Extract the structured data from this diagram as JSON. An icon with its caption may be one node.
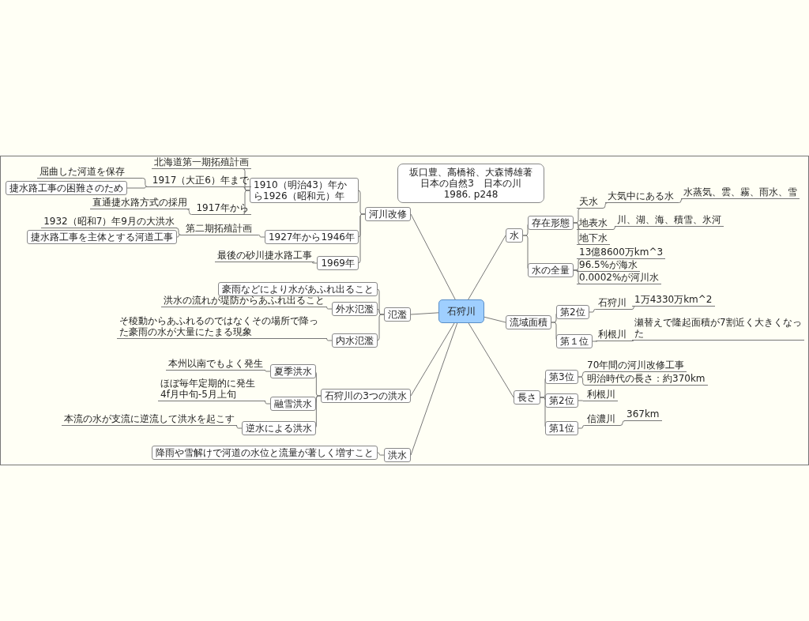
{
  "diagram": {
    "nodes": [
      {
        "text": [
          "石狩川"
        ]
      },
      {
        "text": [
          "坂口豊、高橋裕、大森博雄著",
          "日本の自然3　日本の川",
          "1986. p248"
        ]
      },
      {
        "text": [
          "河川改修"
        ]
      },
      {
        "text": [
          "1910（明治43）年から1926（昭和元）年"
        ]
      },
      {
        "text": [
          "北海道第一期拓殖計画"
        ]
      },
      {
        "text": [
          "1917（大正6）年まで"
        ]
      },
      {
        "text": [
          "屈曲した河道を保存"
        ]
      },
      {
        "text": [
          "捷水路工事の困難さのため"
        ]
      },
      {
        "text": [
          "1917年から"
        ]
      },
      {
        "text": [
          "直通捷水路方式の採用"
        ]
      },
      {
        "text": [
          "1927年から1946年"
        ]
      },
      {
        "text": [
          "第二期拓殖計画"
        ]
      },
      {
        "text": [
          "1932（昭和7）年9月の大洪水"
        ]
      },
      {
        "text": [
          "捷水路工事を主体とする河道工事"
        ]
      },
      {
        "text": [
          "1969年"
        ]
      },
      {
        "text": [
          "最後の砂川捷水路工事"
        ]
      },
      {
        "text": [
          "氾濫"
        ]
      },
      {
        "text": [
          "豪雨などにより水があふれ出ること"
        ]
      },
      {
        "text": [
          "外水氾濫"
        ]
      },
      {
        "text": [
          "洪水の流れが堤防からあふれ出ること"
        ]
      },
      {
        "text": [
          "内水氾濫"
        ]
      },
      {
        "text": [
          "そ稜動からあふれるのではなくその場所で降った豪雨の水が大量にたまる現象"
        ]
      },
      {
        "text": [
          "石狩川の3つの洪水"
        ]
      },
      {
        "text": [
          "夏季洪水"
        ]
      },
      {
        "text": [
          "本州以南でもよく発生"
        ]
      },
      {
        "text": [
          "融雪洪水"
        ]
      },
      {
        "text": [
          "ほぼ毎年定期的に発生 4f月中旬-5月上旬"
        ]
      },
      {
        "text": [
          "逆水による洪水"
        ]
      },
      {
        "text": [
          "本流の水が支流に逆流して洪水を起こす"
        ]
      },
      {
        "text": [
          "洪水"
        ]
      },
      {
        "text": [
          "降雨や雪解けで河道の水位と流量が著しく増すこと"
        ]
      },
      {
        "text": [
          "水"
        ]
      },
      {
        "text": [
          "存在形態"
        ]
      },
      {
        "text": [
          "天水"
        ]
      },
      {
        "text": [
          "大気中にある水"
        ]
      },
      {
        "text": [
          "水蒸気、雲、霧、雨水、雪"
        ]
      },
      {
        "text": [
          "地表水"
        ]
      },
      {
        "text": [
          "川、湖、海、積雪、氷河"
        ]
      },
      {
        "text": [
          "地下水"
        ]
      },
      {
        "text": [
          "水の全量"
        ]
      },
      {
        "text": [
          "13億8600万km^3"
        ]
      },
      {
        "text": [
          "96.5%が海水"
        ]
      },
      {
        "text": [
          "0.0002%が河川水"
        ]
      },
      {
        "text": [
          "流域面積"
        ]
      },
      {
        "text": [
          "第2位"
        ]
      },
      {
        "text": [
          "石狩川"
        ]
      },
      {
        "text": [
          "1万4330万km^2"
        ]
      },
      {
        "text": [
          "第１位"
        ]
      },
      {
        "text": [
          "利根川"
        ]
      },
      {
        "text": [
          "瀬替えで隆起面積が7割近く大きくなった"
        ]
      },
      {
        "text": [
          "長さ"
        ]
      },
      {
        "text": [
          "第3位"
        ]
      },
      {
        "text": [
          "70年間の河川改修工事"
        ]
      },
      {
        "text": [
          "明治時代の長さ：約370km"
        ]
      },
      {
        "text": [
          "第2位"
        ]
      },
      {
        "text": [
          "利根川"
        ]
      },
      {
        "text": [
          "第1位"
        ]
      },
      {
        "text": [
          "信濃川"
        ]
      },
      {
        "text": [
          "367km"
        ]
      }
    ],
    "edges": [
      {
        "from": 0,
        "to": 2,
        "arrow": "none"
      },
      {
        "from": 2,
        "to": 3,
        "arrow": "none"
      },
      {
        "from": 3,
        "to": 4,
        "arrow": "none"
      },
      {
        "from": 3,
        "to": 5,
        "arrow": "none"
      },
      {
        "from": 5,
        "to": 6,
        "arrow": "none"
      },
      {
        "from": 5,
        "to": 7,
        "arrow": "none"
      },
      {
        "from": 3,
        "to": 8,
        "arrow": "none"
      },
      {
        "from": 8,
        "to": 9,
        "arrow": "none"
      },
      {
        "from": 2,
        "to": 10,
        "arrow": "none"
      },
      {
        "from": 10,
        "to": 11,
        "arrow": "none"
      },
      {
        "from": 11,
        "to": 12,
        "arrow": "none"
      },
      {
        "from": 11,
        "to": 13,
        "arrow": "none"
      },
      {
        "from": 2,
        "to": 14,
        "arrow": "none"
      },
      {
        "from": 14,
        "to": 15,
        "arrow": "none"
      },
      {
        "from": 0,
        "to": 16,
        "arrow": "none"
      },
      {
        "from": 16,
        "to": 17,
        "arrow": "none"
      },
      {
        "from": 16,
        "to": 18,
        "arrow": "none"
      },
      {
        "from": 18,
        "to": 19,
        "arrow": "none"
      },
      {
        "from": 16,
        "to": 20,
        "arrow": "none"
      },
      {
        "from": 20,
        "to": 21,
        "arrow": "none"
      },
      {
        "from": 0,
        "to": 22,
        "arrow": "none"
      },
      {
        "from": 22,
        "to": 23,
        "arrow": "none"
      },
      {
        "from": 23,
        "to": 24,
        "arrow": "none"
      },
      {
        "from": 22,
        "to": 25,
        "arrow": "none"
      },
      {
        "from": 25,
        "to": 26,
        "arrow": "none"
      },
      {
        "from": 22,
        "to": 27,
        "arrow": "none"
      },
      {
        "from": 27,
        "to": 28,
        "arrow": "none"
      },
      {
        "from": 0,
        "to": 29,
        "arrow": "none"
      },
      {
        "from": 29,
        "to": 30,
        "arrow": "none"
      },
      {
        "from": 0,
        "to": 31,
        "arrow": "none"
      },
      {
        "from": 31,
        "to": 32,
        "arrow": "none"
      },
      {
        "from": 32,
        "to": 33,
        "arrow": "none"
      },
      {
        "from": 33,
        "to": 34,
        "arrow": "none"
      },
      {
        "from": 34,
        "to": 35,
        "arrow": "none"
      },
      {
        "from": 32,
        "to": 36,
        "arrow": "none"
      },
      {
        "from": 36,
        "to": 37,
        "arrow": "none"
      },
      {
        "from": 32,
        "to": 38,
        "arrow": "none"
      },
      {
        "from": 31,
        "to": 39,
        "arrow": "none"
      },
      {
        "from": 39,
        "to": 40,
        "arrow": "none"
      },
      {
        "from": 39,
        "to": 41,
        "arrow": "none"
      },
      {
        "from": 39,
        "to": 42,
        "arrow": "none"
      },
      {
        "from": 0,
        "to": 43,
        "arrow": "none"
      },
      {
        "from": 43,
        "to": 44,
        "arrow": "none"
      },
      {
        "from": 44,
        "to": 45,
        "arrow": "none"
      },
      {
        "from": 45,
        "to": 46,
        "arrow": "none"
      },
      {
        "from": 43,
        "to": 47,
        "arrow": "none"
      },
      {
        "from": 47,
        "to": 48,
        "arrow": "none"
      },
      {
        "from": 48,
        "to": 49,
        "arrow": "none"
      },
      {
        "from": 0,
        "to": 50,
        "arrow": "none"
      },
      {
        "from": 50,
        "to": 51,
        "arrow": "none"
      },
      {
        "from": 51,
        "to": 52,
        "arrow": "none"
      },
      {
        "from": 51,
        "to": 53,
        "arrow": "none"
      },
      {
        "from": 50,
        "to": 54,
        "arrow": "none"
      },
      {
        "from": 54,
        "to": 55,
        "arrow": "none"
      },
      {
        "from": 50,
        "to": 56,
        "arrow": "none"
      },
      {
        "from": 56,
        "to": 57,
        "arrow": "none"
      },
      {
        "from": 57,
        "to": 58,
        "arrow": "none"
      }
    ]
  }
}
